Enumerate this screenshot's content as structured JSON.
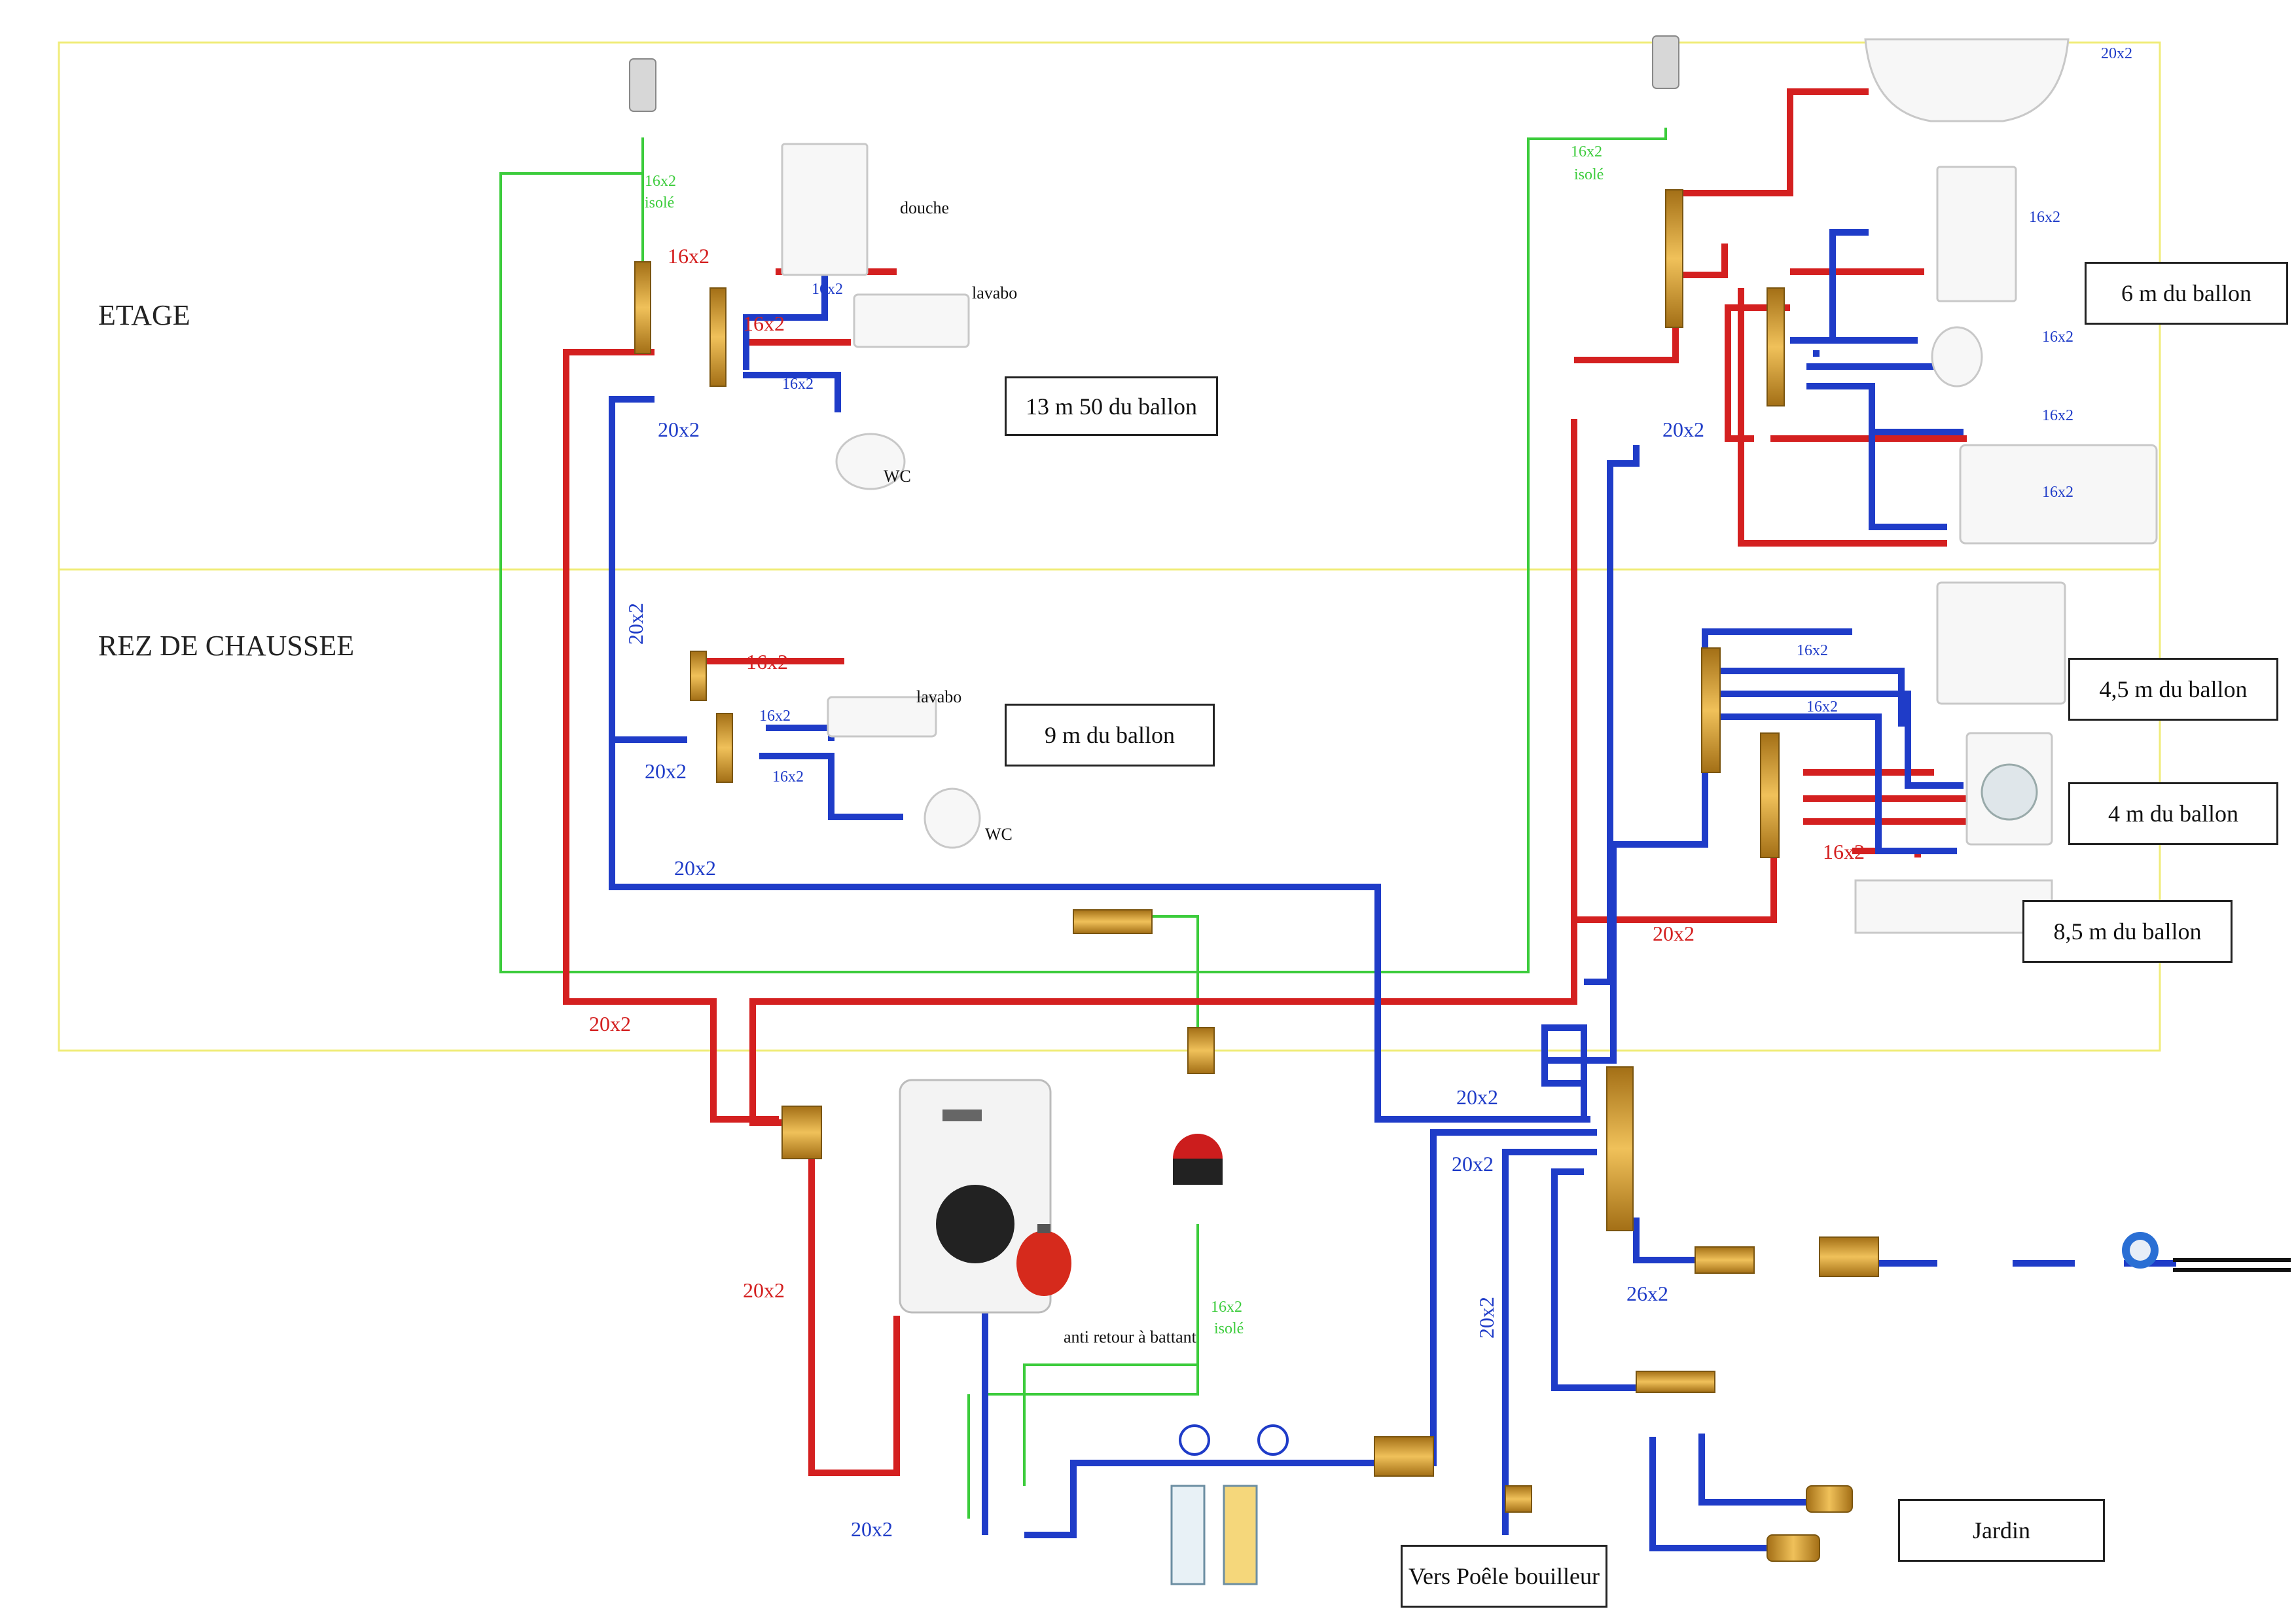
{
  "zones": {
    "etage": "ETAGE",
    "rdc": "REZ DE CHAUSSEE"
  },
  "distances": {
    "d1": "13 m 50 du ballon",
    "d2": "9 m du ballon",
    "d3": "6 m du ballon",
    "d4": "4,5 m  du ballon",
    "d5": "4 m  du ballon",
    "d6": "8,5 m  du ballon",
    "poele": "Vers Poêle bouilleur",
    "jardin": "Jardin"
  },
  "fixtures": {
    "douche": "douche",
    "lavabo": "lavabo",
    "wc": "WC"
  },
  "pipes": {
    "p16": "16x2",
    "p20": "20x2",
    "p26": "26x2",
    "isole": "isolé",
    "anti_retour": "anti retour à battant"
  },
  "colors": {
    "hot": "#d42020",
    "cold": "#1f3cc8",
    "loop": "#3ccc3c",
    "zone": "#f0ec7a",
    "brass": "#c9962e"
  }
}
